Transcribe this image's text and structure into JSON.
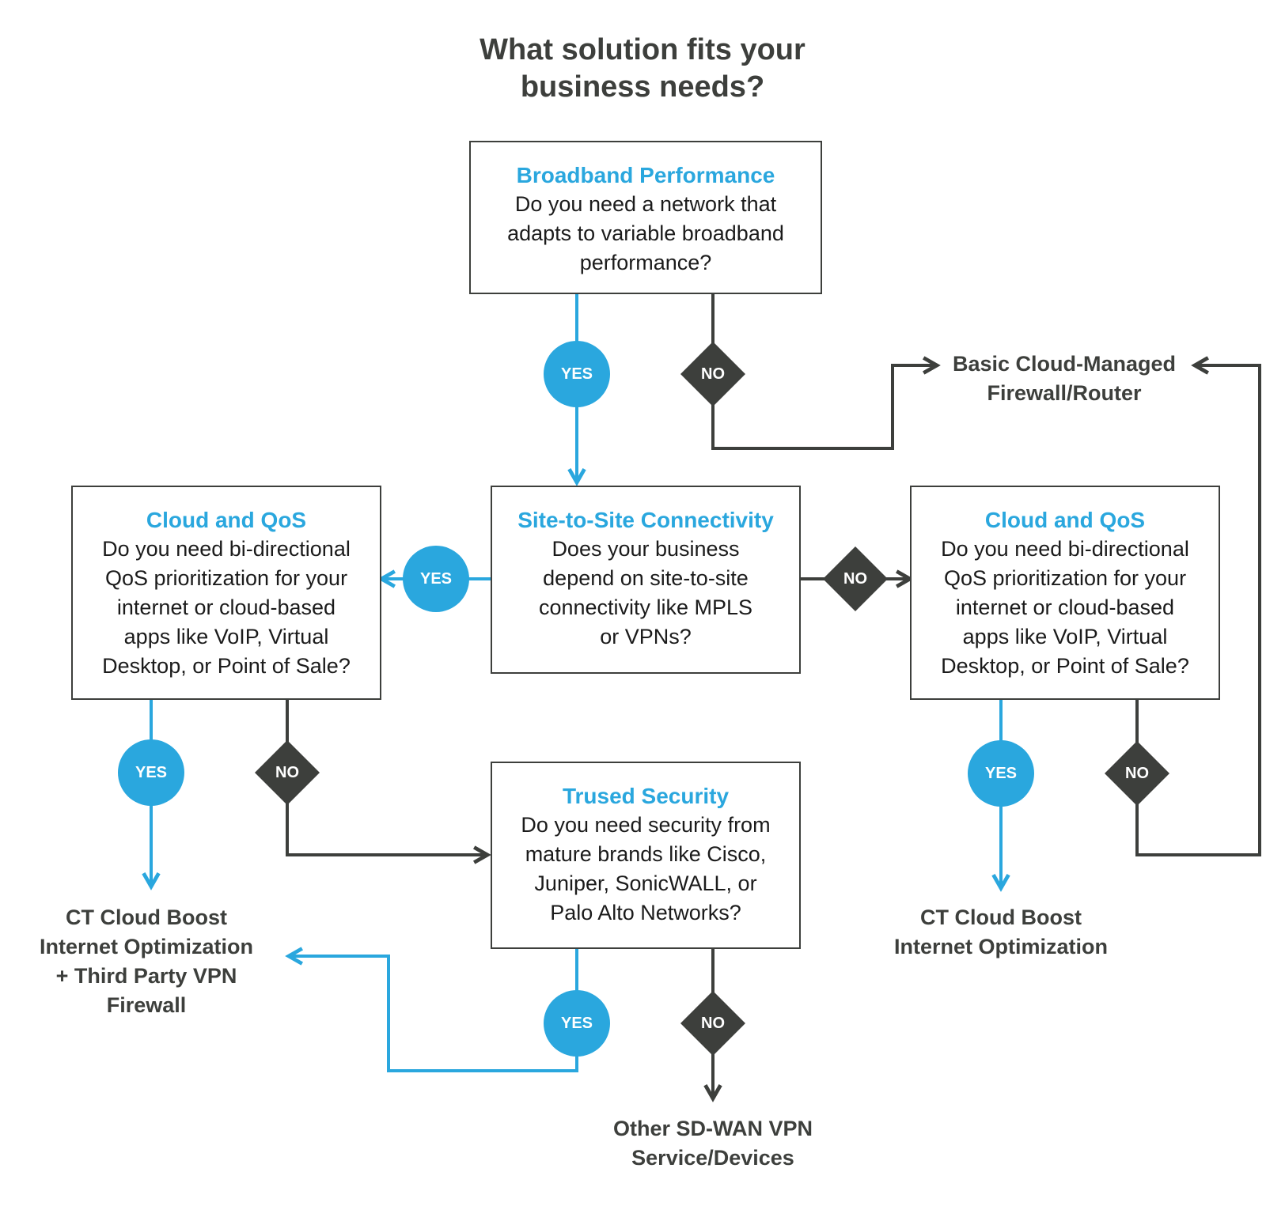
{
  "title": "What solution fits your\nbusiness needs?",
  "colors": {
    "yes": "#2aa7de",
    "no": "#3d3f3c",
    "heading": "#2aa7de",
    "text": "#1b1b1b"
  },
  "nodes": {
    "broadband": {
      "heading": "Broadband Performance",
      "question": "Do you need a network that\nadapts to variable broadband\nperformance?"
    },
    "site_to_site": {
      "heading": "Site-to-Site Connectivity",
      "question": "Does your business\ndepend on site-to-site\nconnectivity like MPLS\nor VPNs?"
    },
    "cloud_qos_left": {
      "heading": "Cloud and QoS",
      "question": "Do you need bi-directional\nQoS prioritization for your\ninternet or cloud-based\napps like VoIP, Virtual\nDesktop, or Point of Sale?"
    },
    "cloud_qos_right": {
      "heading": "Cloud and QoS",
      "question": "Do you need bi-directional\nQoS prioritization for your\ninternet or cloud-based\napps like VoIP, Virtual\nDesktop, or Point of Sale?"
    },
    "trusted_security": {
      "heading": "Trused Security",
      "question": "Do you need security from\nmature brands like Cisco,\nJuniper, SonicWALL, or\nPalo Alto Networks?"
    }
  },
  "outcomes": {
    "basic_firewall": "Basic Cloud-Managed\nFirewall/Router",
    "ct_boost_vpn": "CT Cloud Boost\nInternet Optimization\n+ Third Party VPN\nFirewall",
    "ct_boost": "CT Cloud Boost\nInternet Optimization",
    "other_sdwan": "Other SD-WAN VPN\nService/Devices"
  },
  "labels": {
    "yes": "YES",
    "no": "NO"
  }
}
